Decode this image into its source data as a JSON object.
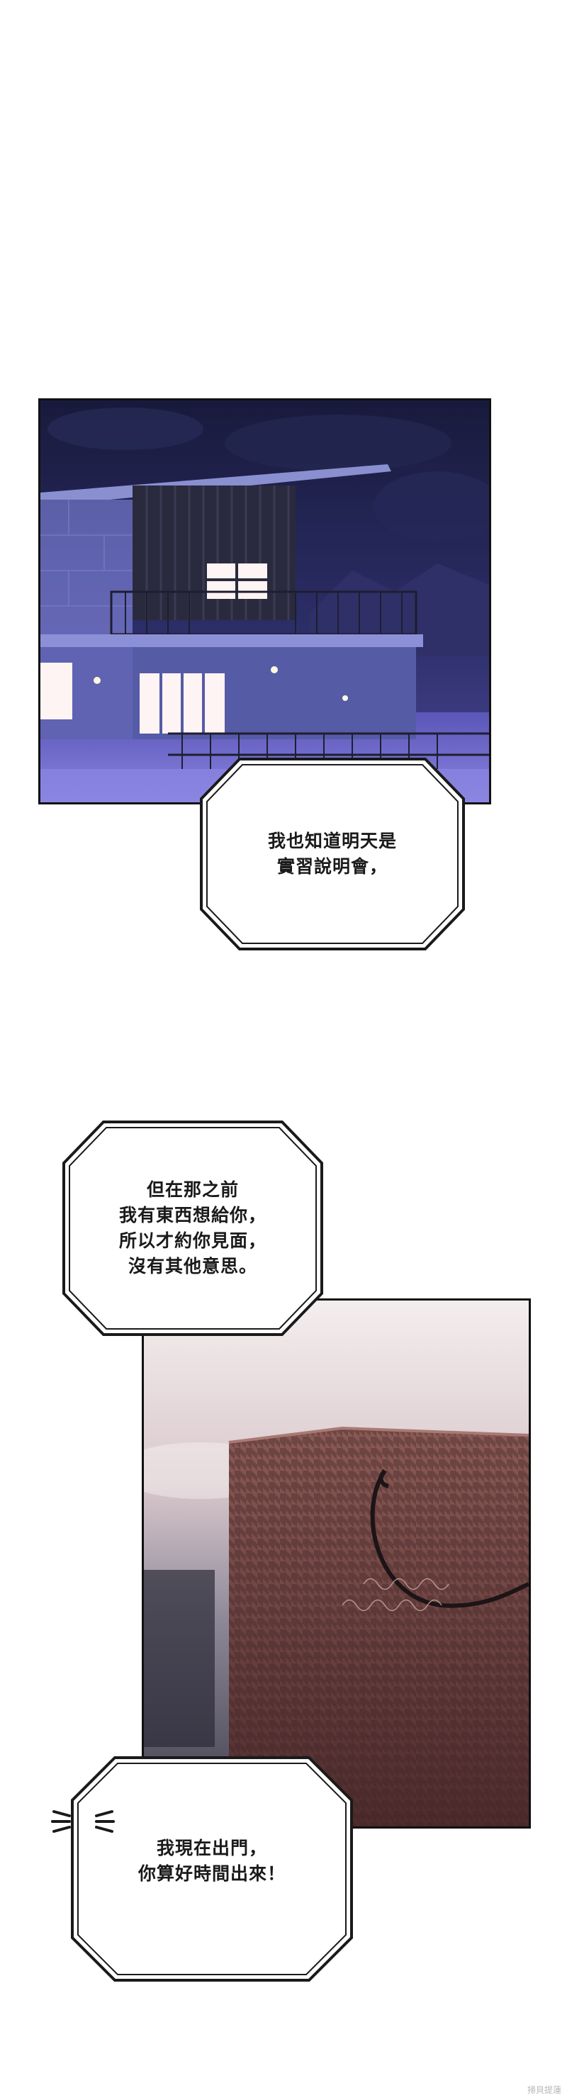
{
  "panels": {
    "house_night": {
      "scene": "house-at-night"
    },
    "gift_bag": {
      "scene": "gift-bag"
    }
  },
  "bubbles": [
    {
      "lines": [
        "我也知道明天是",
        "實習說明會，"
      ]
    },
    {
      "lines": [
        "但在那之前",
        "我有東西想給你，",
        "所以才約你見面，",
        "沒有其他意思。"
      ]
    },
    {
      "lines": [
        "我現在出門，",
        "你算好時間出來！"
      ]
    }
  ],
  "watermark": "掃貝提蓮",
  "colors": {
    "sky_top": "#1d1f45",
    "sky_bottom": "#6d68c8",
    "window_light": "#fff4f4",
    "bag": "#6e3e3a",
    "bubble_border": "#1a1a1a"
  }
}
